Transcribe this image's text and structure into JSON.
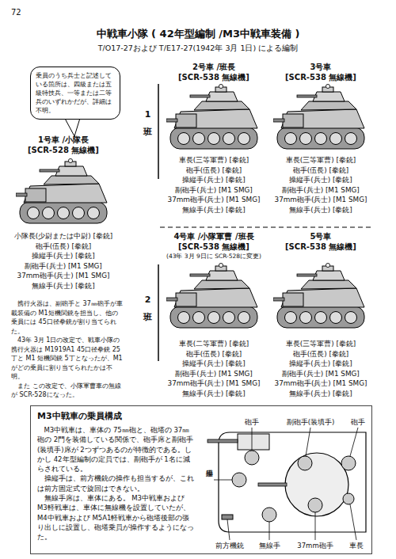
{
  "diagram": {
    "title": "中戦車小隊 ( 42年型編制 /M3中戦車装備 )",
    "nodes": [
      {
        "text": [
          "乗員のうち兵士と記述している箇所は、四級または五級特技兵、一等または二等兵のいずれかだが、詳細は不明。"
        ]
      },
      {
        "text": [
          "M3中戦車の乗員構成",
          "M3中戦車は、車体の 75㎜砲と、砲塔の 37㎜砲の 2門を装備している関係で、砲手席と副砲手(装填手)席が 2つずつあるのが特徴的である。しかし 42年型編制の定員では、副砲手が 1名に減らされている。",
          "操縦手は、前方機銃の操作も担当するが、これは前方固定式で旋回はできない。",
          "無線手席は、車体にある。 M3中戦車および M3軽戦車は、車体に無線機を設置していたが、M4中戦車および M5A1軽戦車から砲塔後部の張り出しに設置し、砲塔乗員が操作するようになった。"
        ]
      }
    ],
    "labels": [
      "72",
      "T/O17-27および T/E17-27(1942年 3月 1日) による編制",
      "1号車 /小隊長",
      "[SCR-528 無線機]",
      "小隊長(少尉または中尉) [拳銃]",
      "砲手(伍長) [拳銃]",
      "操縦手(兵士) [拳銃]",
      "副砲手(兵士) [M1 SMG]",
      "37mm砲手(兵士) [M1 SMG]",
      "無線手(兵士) [拳銃]",
      "携行火器は、副砲手と 37㎜砲手が車載装備の M1短機関銃を担当し、他の乗員には 45口径拳銃が割り当てられた。",
      "43年 3月 1日の改定で、戦車小隊の携行火器は M1919A1 45口径拳銃 25丁と M1 短機関銃 5丁となったが、M1がどの乗員に割り当てられたかは不明。",
      "また この改定で、小隊軍曹車の無線が SCR-528になった。",
      "1班",
      "2班",
      "2号車 /班長",
      "[SCR-538 無線機]",
      "車長(三等軍曹) [拳銃]",
      "砲手(伍長) [拳銃]",
      "操縦手(兵士) [拳銃]",
      "副砲手(兵士) [M1 SMG]",
      "37mm砲手(兵士) [M1 SMG]",
      "無線手(兵士) [拳銃]",
      "3号車",
      "[SCR-538 無線機]",
      "車長(三等軍曹) [拳銃]",
      "砲手(伍長) [拳銃]",
      "操縦手(兵士) [拳銃]",
      "副砲手(兵士) [M1 SMG]",
      "37mm砲手(兵士) [M1 SMG]",
      "無線手(兵士) [拳銃]",
      "4号車 /小隊軍曹 /班長",
      "[SCR-538 無線機]",
      "(43年 3月 9日に SCR-528に変更)",
      "車長(二等軍曹) [拳銃]",
      "砲手(伍長) [拳銃]",
      "操縦手(兵士) [拳銃]",
      "副砲手(兵士) [M1 SMG]",
      "37mm砲手(兵士) [M1 SMG]",
      "無線手(兵士) [拳銃]",
      "5号車",
      "[SCR-538 無線機]",
      "車長(三等軍曹) [拳銃]",
      "砲手(伍長) [拳銃]",
      "操縦手(兵士) [拳銃]",
      "副砲手(兵士) [M1 SMG]",
      "37mm砲手(兵士) [M1 SMG]",
      "無線手(兵士) [拳銃]",
      "砲手",
      "副砲手(装填手)",
      "砲手",
      "操縦手",
      "前方機銃",
      "無線手",
      "37mm砲手",
      "車長"
    ]
  }
}
